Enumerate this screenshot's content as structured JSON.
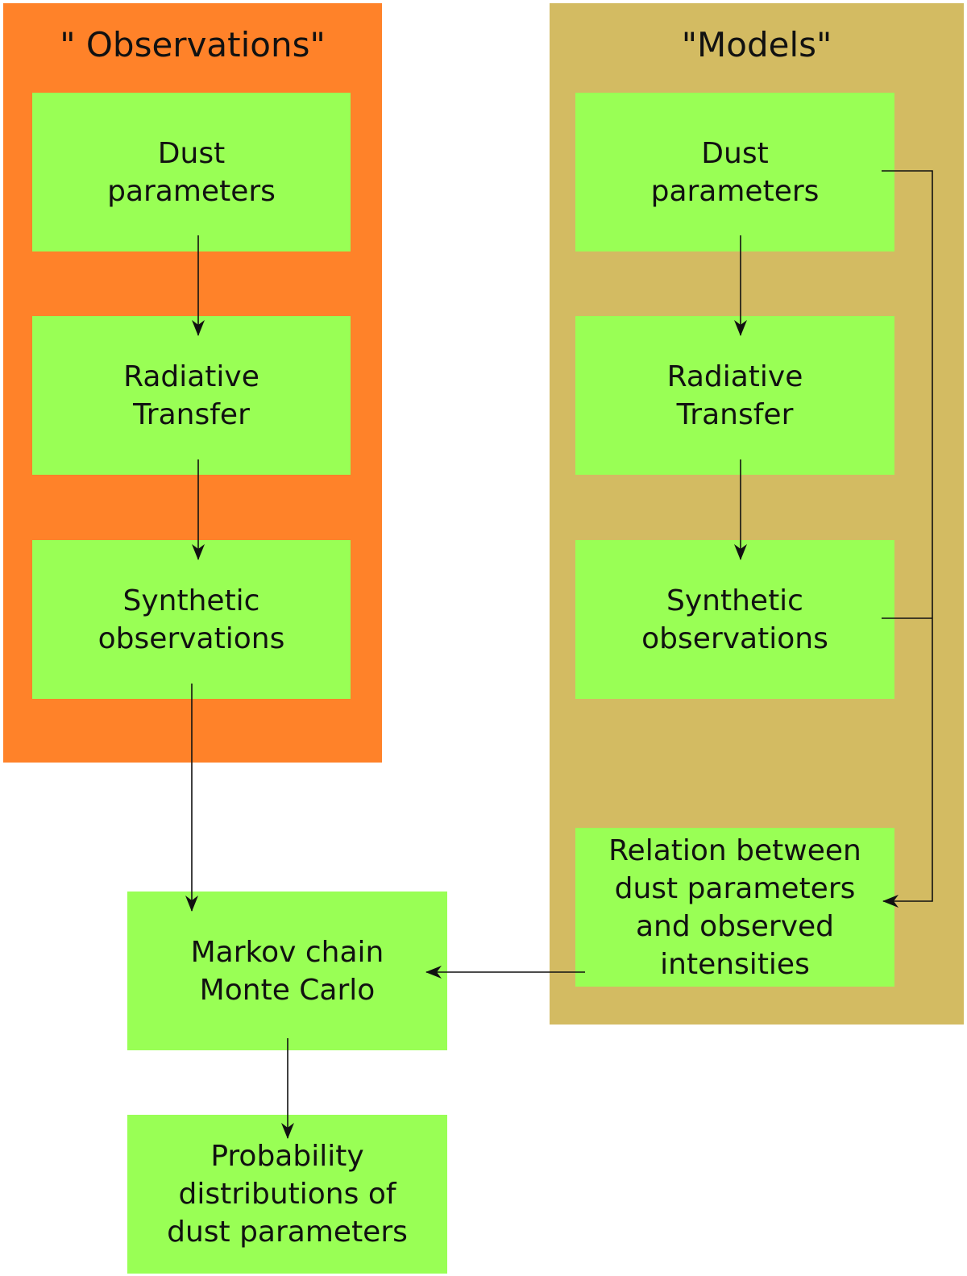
{
  "colors": {
    "observations_panel": "#ff8229",
    "models_panel": "#d3bb62",
    "box": "#99ff55",
    "arrow": "#111111"
  },
  "observations": {
    "title": "\" Observations\"",
    "dust": [
      "Dust",
      "parameters"
    ],
    "rt": [
      "Radiative",
      "Transfer"
    ],
    "synth": [
      "Synthetic",
      "observations"
    ]
  },
  "models": {
    "title": "\"Models\"",
    "dust": [
      "Dust",
      "parameters"
    ],
    "rt": [
      "Radiative",
      "Transfer"
    ],
    "synth": [
      "Synthetic",
      "observations"
    ],
    "relation": [
      "Relation between",
      "dust parameters",
      "and observed",
      "intensities"
    ]
  },
  "mcmc": [
    "Markov chain",
    "Monte Carlo"
  ],
  "probability": [
    "Probability",
    "distributions of",
    "dust parameters"
  ],
  "edges": [
    {
      "from": "observations.dust",
      "to": "observations.rt"
    },
    {
      "from": "observations.rt",
      "to": "observations.synth"
    },
    {
      "from": "observations.synth",
      "to": "mcmc"
    },
    {
      "from": "models.dust",
      "to": "models.rt"
    },
    {
      "from": "models.rt",
      "to": "models.synth"
    },
    {
      "from": "models.dust",
      "to": "models.relation"
    },
    {
      "from": "models.synth",
      "to": "models.relation"
    },
    {
      "from": "models.relation",
      "to": "mcmc"
    },
    {
      "from": "mcmc",
      "to": "probability"
    }
  ]
}
